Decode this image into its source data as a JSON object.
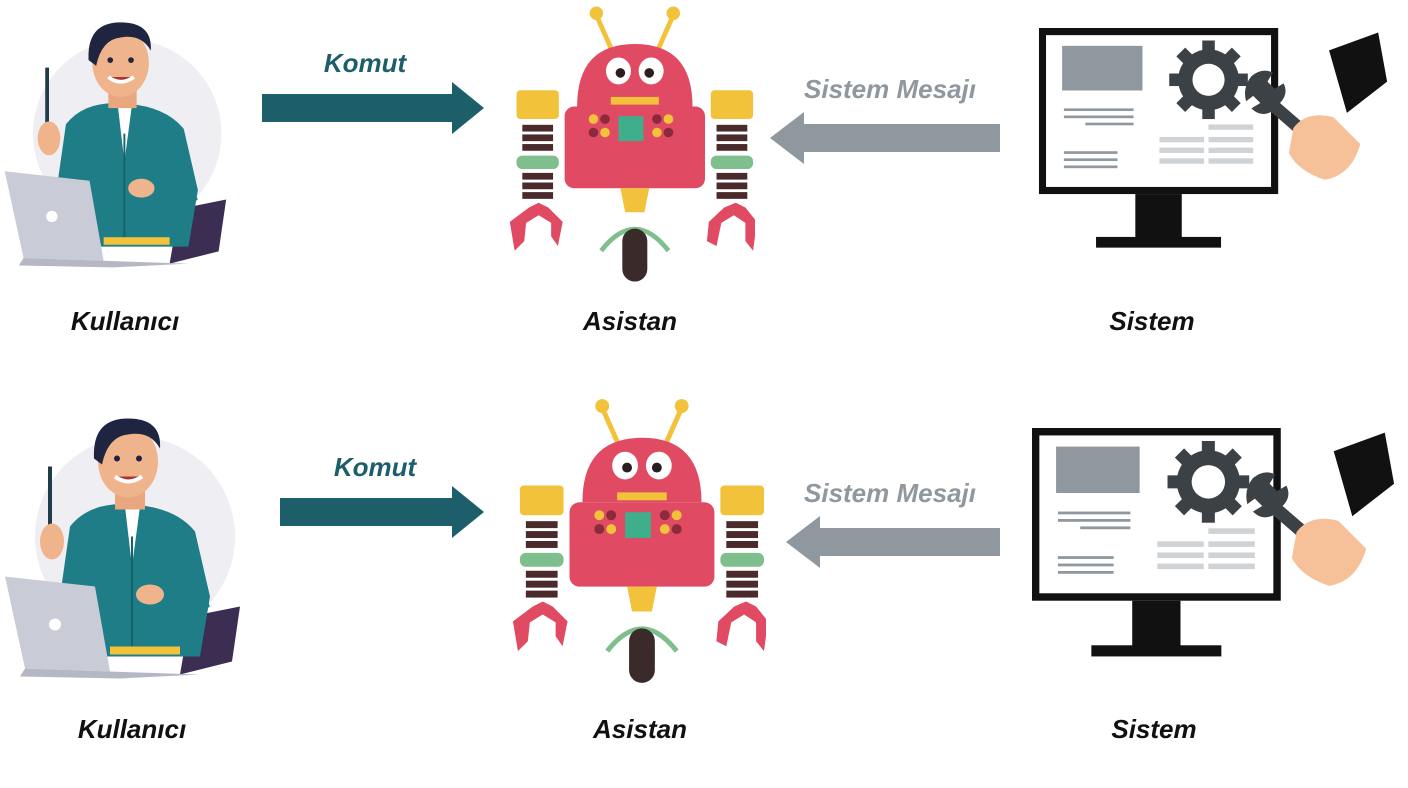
{
  "colors": {
    "command_arrow": "#1c5f6b",
    "system_arrow": "#8f989e",
    "robot_body": "#e04a63",
    "accent_yellow": "#f2c23b",
    "accent_green": "#7fbf8e",
    "shirt": "#1e7d86"
  },
  "rows": [
    {
      "user_label": "Kullanıcı",
      "assistant_label": "Asistan",
      "system_label": "Sistem",
      "command_label": "Komut",
      "system_message_label": "Sistem Mesajı"
    },
    {
      "user_label": "Kullanıcı",
      "assistant_label": "Asistan",
      "system_label": "Sistem",
      "command_label": "Komut",
      "system_message_label": "Sistem Mesajı"
    }
  ],
  "icons": [
    "user-person-icon",
    "laptop-icon",
    "robot-icon",
    "monitor-icon",
    "gear-icon",
    "wrench-icon",
    "hand-icon",
    "right-arrow-icon",
    "left-arrow-icon"
  ]
}
